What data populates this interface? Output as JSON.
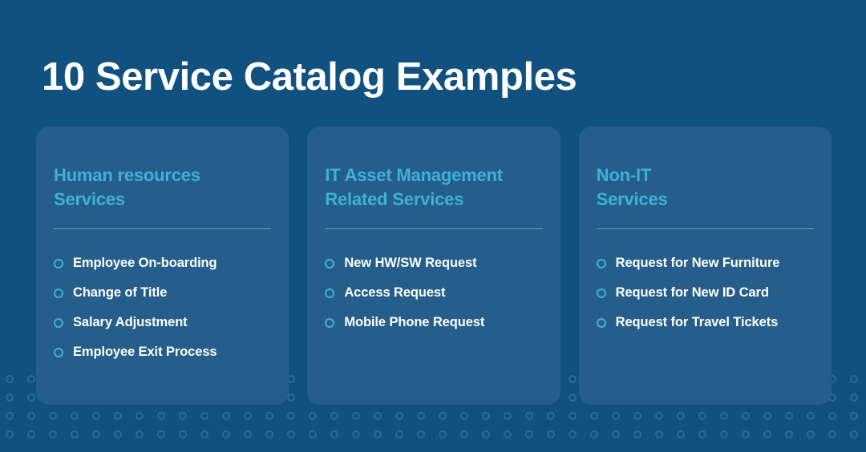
{
  "page": {
    "title": "10 Service Catalog Examples",
    "background_color": "#10517f",
    "card_background_color": "#265e8b",
    "accent_color": "#3db2d4",
    "text_color": "#ffffff",
    "dot_color": "#2b6a9b"
  },
  "decoration": {
    "dot_pattern_name": "circle-outline-grid",
    "rows": 4,
    "dots_per_row": 43
  },
  "cards": [
    {
      "title": "Human resources\nServices",
      "items": [
        "Employee On-boarding",
        "Change of Title",
        "Salary Adjustment",
        "Employee Exit Process"
      ]
    },
    {
      "title": "IT Asset Management\nRelated Services",
      "items": [
        "New HW/SW Request",
        "Access Request",
        "Mobile Phone Request"
      ]
    },
    {
      "title": "Non-IT\nServices",
      "items": [
        "Request for New Furniture",
        "Request for New ID Card",
        "Request for Travel Tickets"
      ]
    }
  ]
}
